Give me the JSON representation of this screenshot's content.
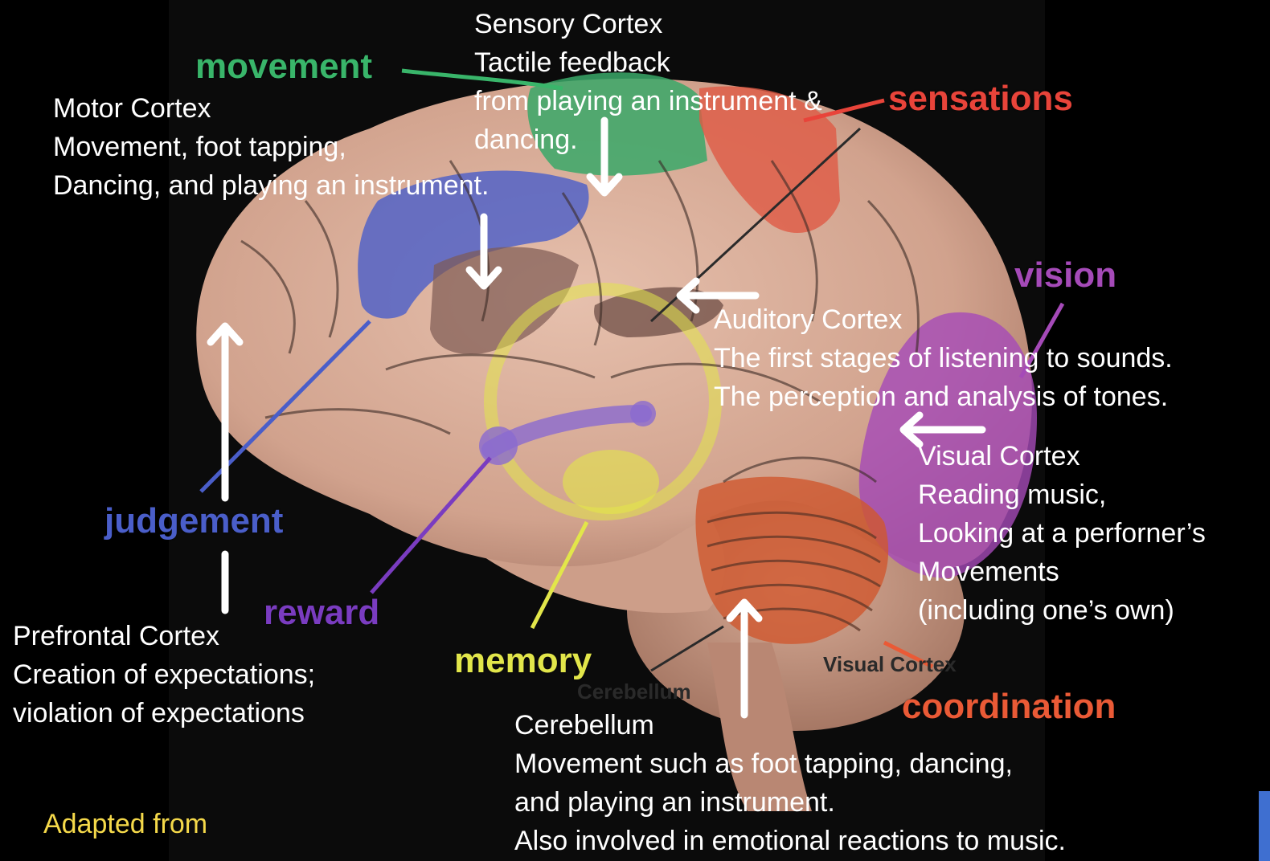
{
  "colors": {
    "background": "#000000",
    "note_text": "#ffffff",
    "movement": "#39b56a",
    "sensations": "#e8443a",
    "vision": "#a54ab8",
    "judgement": "#4a5ec9",
    "reward": "#7a3cc0",
    "memory": "#e2e64a",
    "coordination": "#ea5a36",
    "credit": "#f5d94a",
    "brain": "#d9ad98"
  },
  "tags": {
    "movement": "movement",
    "sensations": "sensations",
    "vision": "vision",
    "judgement": "judgement",
    "reward": "reward",
    "memory": "memory",
    "coordination": "coordination"
  },
  "notes": {
    "sensory_cortex": [
      "Sensory Cortex",
      "Tactile feedback",
      "from playing an instrument &",
      "dancing."
    ],
    "motor_cortex": [
      "Motor Cortex",
      "Movement, foot tapping,",
      "Dancing, and playing an instrument."
    ],
    "auditory_cortex": [
      "Auditory Cortex",
      "The first stages of listening to sounds.",
      "The perception and analysis of tones."
    ],
    "visual_cortex": [
      "Visual Cortex",
      "Reading music,",
      "Looking at a perforner’s",
      "Movements",
      "(including one’s own)"
    ],
    "prefrontal_cortex": [
      "Prefrontal Cortex",
      "Creation of expectations;",
      "violation of expectations"
    ],
    "cerebellum": [
      "Cerebellum",
      "Movement such as foot tapping, dancing,",
      "and playing an instrument.",
      "Also involved in emotional reactions to music."
    ]
  },
  "background_labels": {
    "visual_cortex": "Visual Cortex",
    "cerebellum": "Cerebellum"
  },
  "credit": {
    "line1": "Adapted from"
  }
}
